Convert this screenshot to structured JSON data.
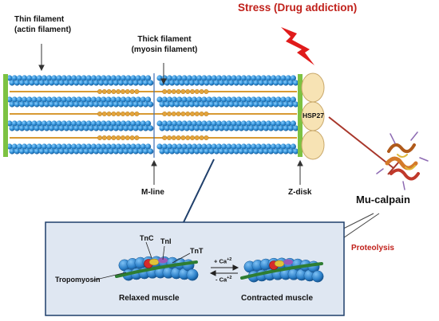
{
  "title": "Stress (Drug addiction)",
  "labels": {
    "thin_filament_line1": "Thin filament",
    "thin_filament_line2": "(actin filament)",
    "thick_filament_line1": "Thick filament",
    "thick_filament_line2": "(myosin filament)",
    "m_line": "M-line",
    "z_disk": "Z-disk",
    "hsp27": "HSP27",
    "mu_calpain": "Mu-calpain",
    "proteolysis": "Proteolysis",
    "tnc": "TnC",
    "tni": "TnI",
    "tnt": "TnT",
    "tropomyosin": "Tropomyosin",
    "plus_ca": "+ Ca",
    "minus_ca": "- Ca",
    "ca_superscript": "+2",
    "relaxed": "Relaxed muscle",
    "contracted": "Contracted muscle"
  },
  "colors": {
    "title": "#c0201a",
    "proteolysis": "#c0201a",
    "actin": "#2f8fd6",
    "myosin": "#d89a33",
    "z_disk": "#7dc242",
    "hsp27": "#f7e3b4",
    "inset_bg": "#dfe7f2",
    "inset_border": "#1f3f6b",
    "inhibit": "#a8362a"
  }
}
